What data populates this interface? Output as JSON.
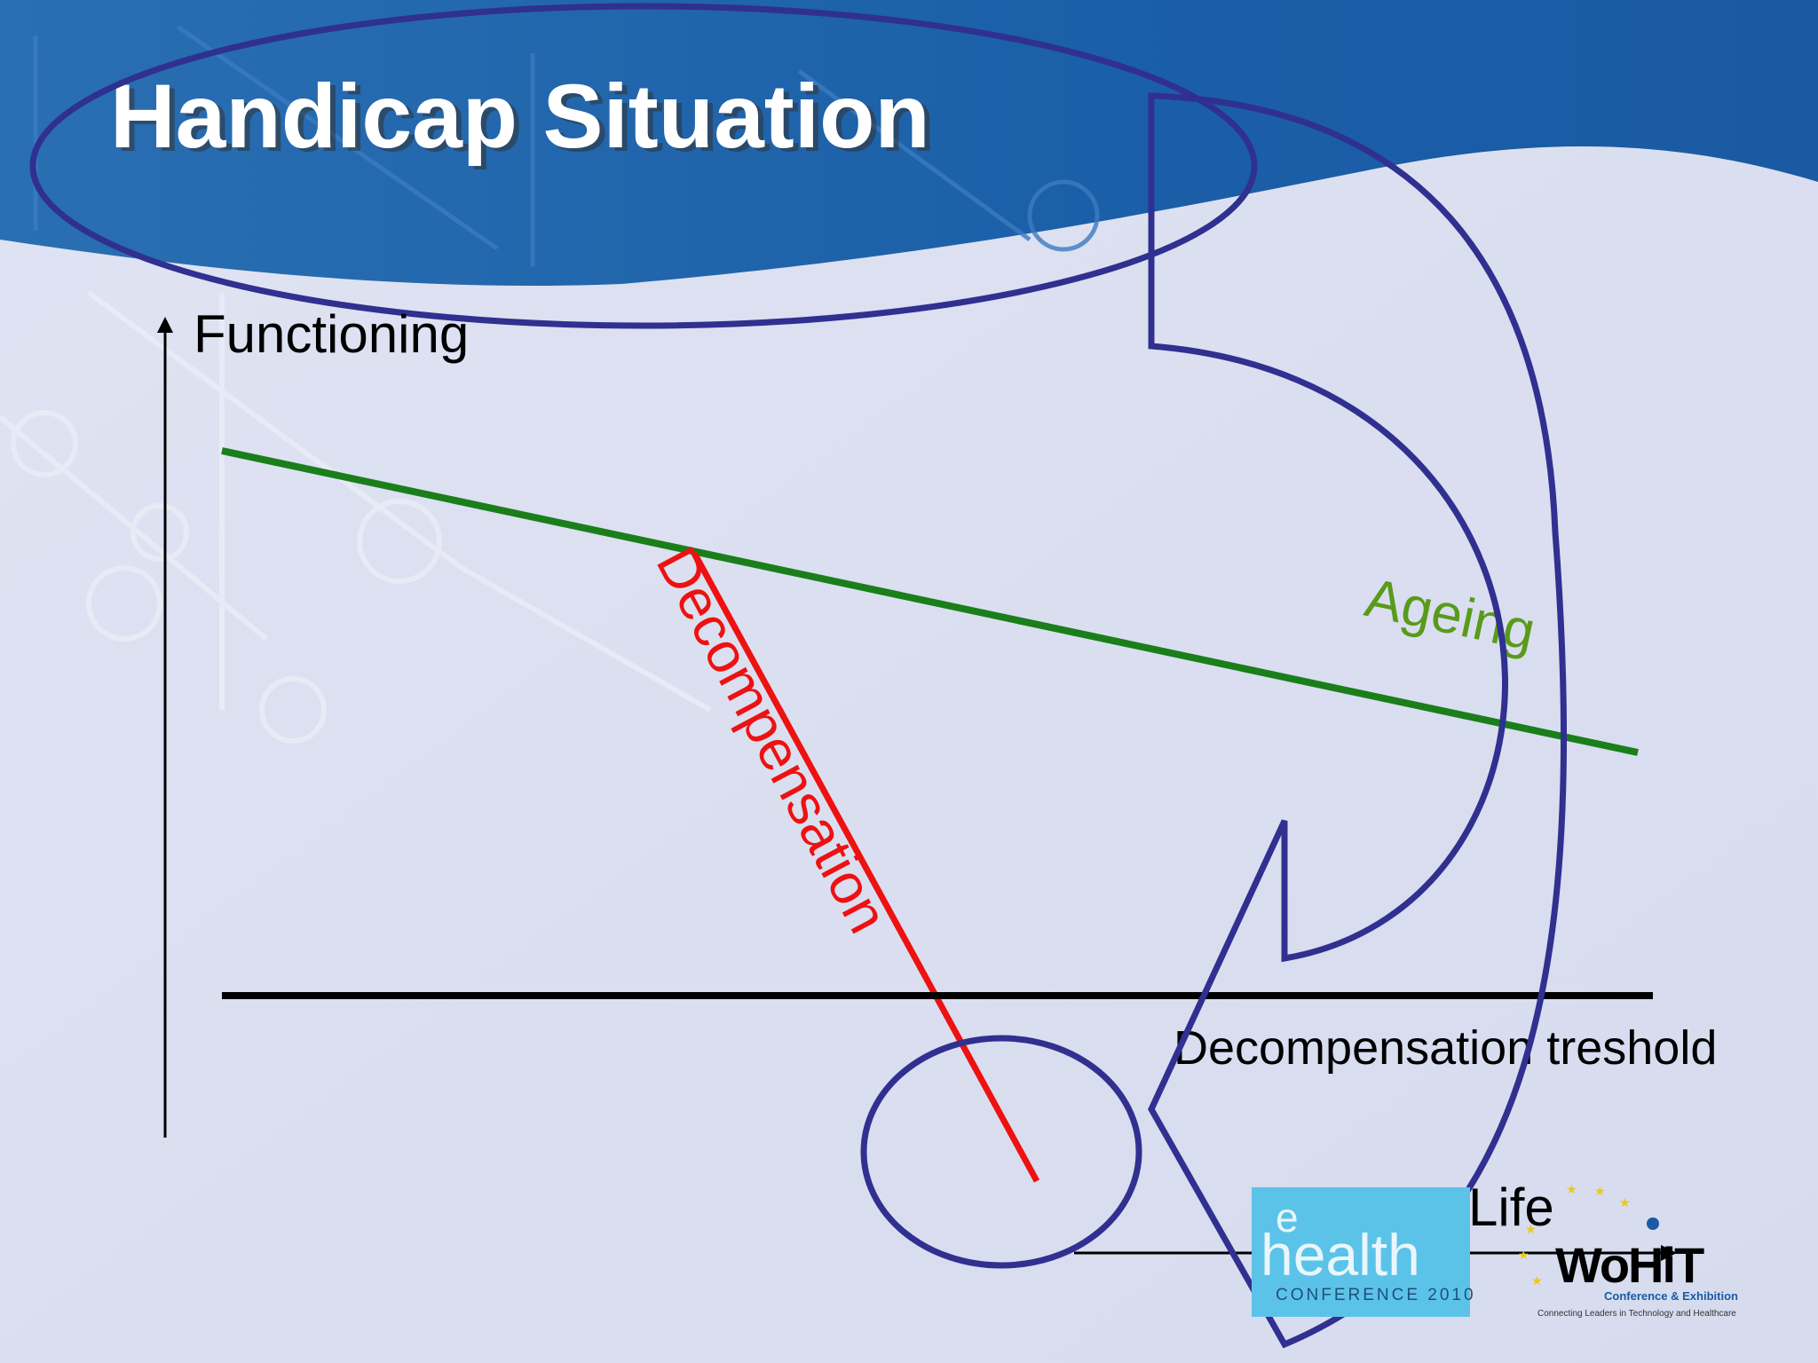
{
  "slide": {
    "title": "Handicap Situation"
  },
  "diagram": {
    "y_axis_label": "Functioning",
    "ageing_label": "Ageing",
    "decompensation_label": "Decompensation",
    "threshold_label": "Decompensation treshold",
    "x_axis_label": "Life"
  },
  "logos": {
    "ehealth": {
      "line1": "health",
      "line1_prefix": "e",
      "line2": "CONFERENCE 2010"
    },
    "wohit": {
      "name": "WoHiT",
      "tagline": "Conference & Exhibition",
      "subtagline": "Connecting Leaders in Technology and Healthcare"
    }
  },
  "colors": {
    "header_blue": "#1a5ea7",
    "background": "#d8dcee",
    "ageing_line": "#1a7f1a",
    "ageing_text": "#5a9a1a",
    "decompensation": "#ee1111",
    "threshold": "#000000",
    "annotation": "#303090",
    "ehealth_bg": "#5cc3e8"
  }
}
